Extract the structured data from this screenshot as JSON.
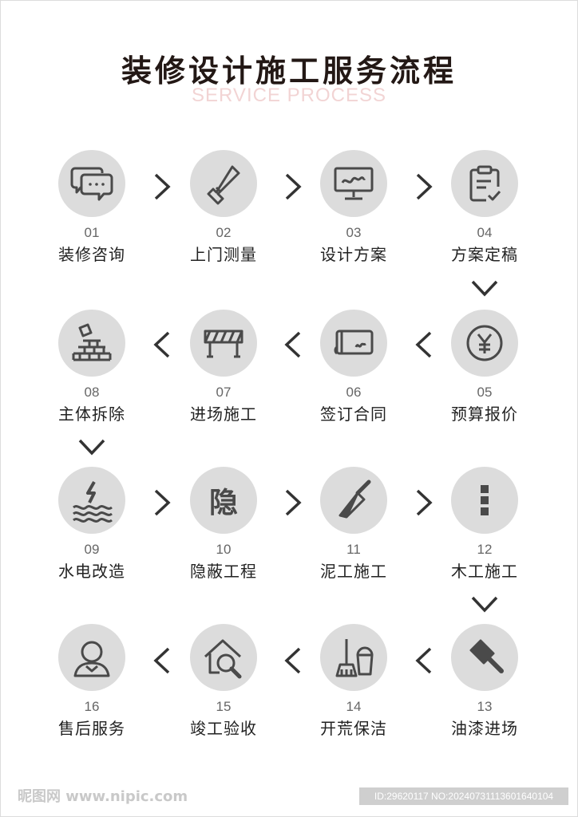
{
  "header": {
    "title": "装修设计施工服务流程",
    "subtitle": "SERVICE PROCESS"
  },
  "steps": [
    {
      "num": "01",
      "label": "装修咨询",
      "icon": "chat-icon"
    },
    {
      "num": "02",
      "label": "上门测量",
      "icon": "square-ruler-icon"
    },
    {
      "num": "03",
      "label": "设计方案",
      "icon": "monitor-icon"
    },
    {
      "num": "04",
      "label": "方案定稿",
      "icon": "clipboard-check-icon"
    },
    {
      "num": "05",
      "label": "预算报价",
      "icon": "yen-coin-icon"
    },
    {
      "num": "06",
      "label": "签订合同",
      "icon": "contract-scroll-icon"
    },
    {
      "num": "07",
      "label": "进场施工",
      "icon": "barrier-icon"
    },
    {
      "num": "08",
      "label": "主体拆除",
      "icon": "bricks-icon"
    },
    {
      "num": "09",
      "label": "水电改造",
      "icon": "water-electric-icon"
    },
    {
      "num": "10",
      "label": "隐蔽工程",
      "icon": "hidden-char-icon",
      "glyph": "隐"
    },
    {
      "num": "11",
      "label": "泥工施工",
      "icon": "trowel-icon"
    },
    {
      "num": "12",
      "label": "木工施工",
      "icon": "wood-plank-icon"
    },
    {
      "num": "13",
      "label": "油漆进场",
      "icon": "paint-roller-icon"
    },
    {
      "num": "14",
      "label": "开荒保洁",
      "icon": "broom-bucket-icon"
    },
    {
      "num": "15",
      "label": "竣工验收",
      "icon": "house-magnifier-icon"
    },
    {
      "num": "16",
      "label": "售后服务",
      "icon": "service-person-icon"
    }
  ],
  "footer": {
    "watermark": "昵图网 www.nipic.com",
    "id_text": "ID:29620117 NO:20240731113601640104"
  }
}
